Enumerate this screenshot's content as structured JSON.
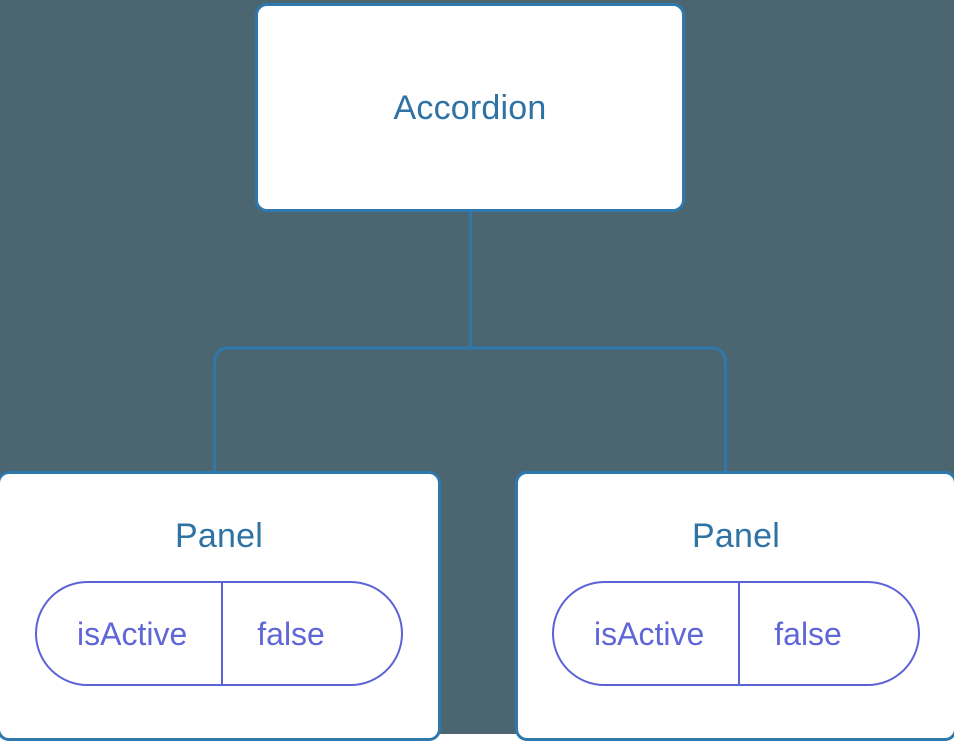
{
  "diagram": {
    "type": "component-tree",
    "background_color": "#4b6670",
    "node_border_color": "#2f78ad",
    "node_title_color": "#2f72a4",
    "connector_color": "#2f78ad",
    "pill_border_color": "#5c63d6",
    "pill_text_color": "#5f66d8",
    "root": {
      "name": "accordion",
      "title": "Accordion",
      "state": []
    },
    "children": [
      {
        "name": "panel-0",
        "title": "Panel",
        "state": [
          {
            "key": "isActive",
            "value": "false"
          }
        ]
      },
      {
        "name": "panel-1",
        "title": "Panel",
        "state": [
          {
            "key": "isActive",
            "value": "false"
          }
        ]
      }
    ]
  }
}
